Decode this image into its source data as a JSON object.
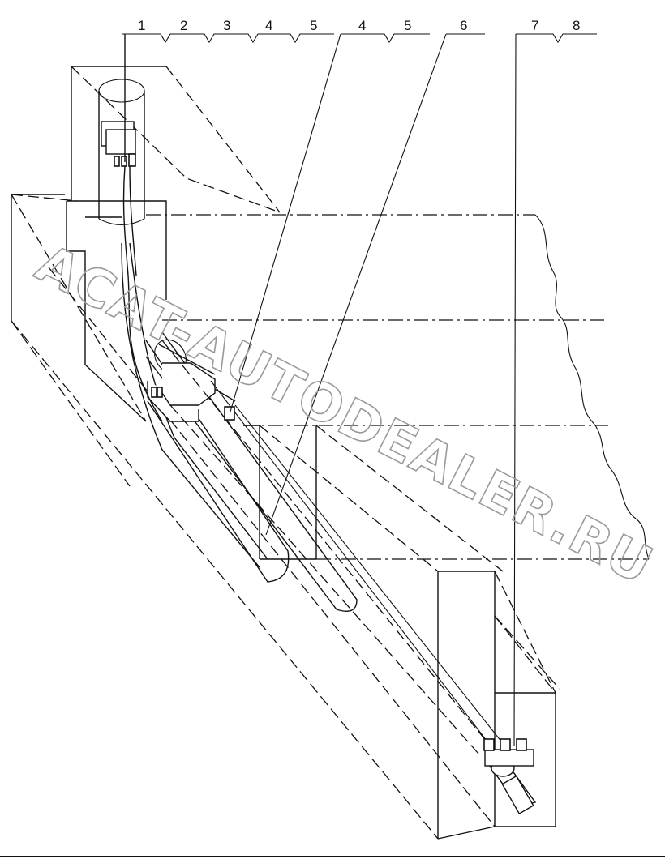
{
  "callouts": {
    "group_a": [
      "1",
      "2",
      "3",
      "4",
      "5"
    ],
    "group_b": [
      "4",
      "5"
    ],
    "group_c": [
      "6"
    ],
    "group_d": [
      "7",
      "8"
    ]
  },
  "watermark": {
    "text": "ACAT-AUTODEALER.RU"
  },
  "colors": {
    "line": "#111111",
    "watermark": "#9a9a9a",
    "background": "#ffffff"
  }
}
